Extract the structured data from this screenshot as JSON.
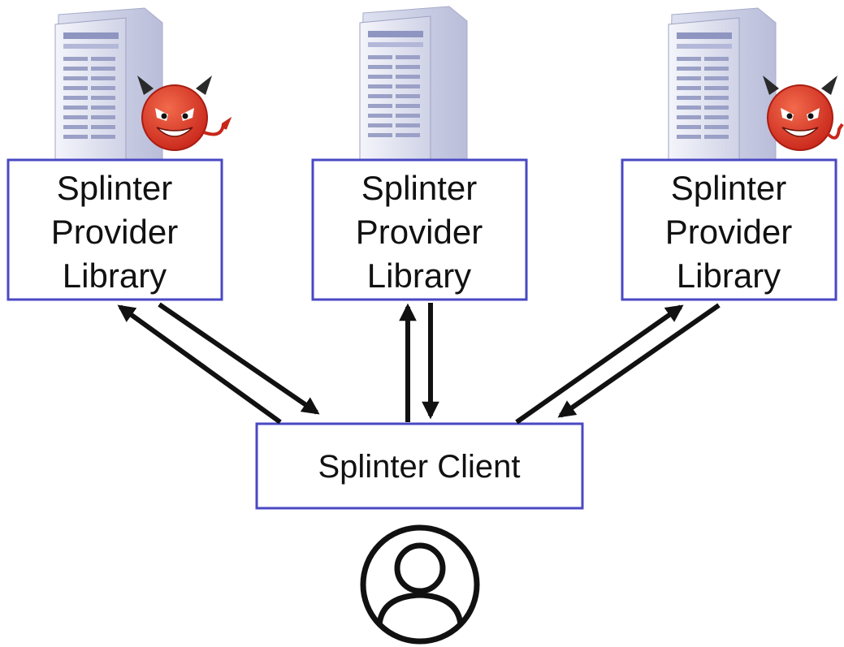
{
  "providers": [
    {
      "lines": [
        "Splinter",
        "Provider",
        "Library"
      ],
      "malicious": true
    },
    {
      "lines": [
        "Splinter",
        "Provider",
        "Library"
      ],
      "malicious": false
    },
    {
      "lines": [
        "Splinter",
        "Provider",
        "Library"
      ],
      "malicious": true
    }
  ],
  "client": {
    "label": "Splinter Client"
  },
  "colors": {
    "box_border": "#4a48c4",
    "arrow": "#111111",
    "devil_face": "#e0392a",
    "server_body": "#e7e9f4"
  },
  "icons": {
    "server": "server-icon",
    "devil": "devil-icon",
    "user": "user-icon"
  }
}
